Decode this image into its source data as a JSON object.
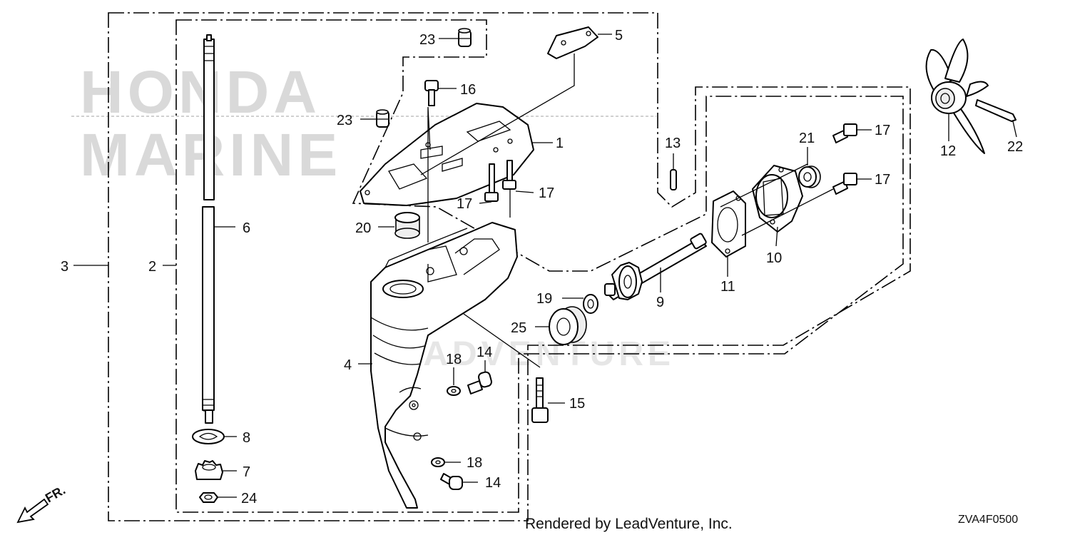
{
  "watermark": {
    "brand_line1": "HONDA",
    "brand_line2": "MARINE",
    "center": "LEADVENTURE"
  },
  "footer": {
    "rendered_by": "Rendered by LeadVenture, Inc.",
    "diagram_code": "ZVA4F0500"
  },
  "direction_label": "FR.",
  "callouts": [
    {
      "id": "c1",
      "label": "1"
    },
    {
      "id": "c2",
      "label": "2"
    },
    {
      "id": "c3",
      "label": "3"
    },
    {
      "id": "c4",
      "label": "4"
    },
    {
      "id": "c5",
      "label": "5"
    },
    {
      "id": "c6",
      "label": "6"
    },
    {
      "id": "c7",
      "label": "7"
    },
    {
      "id": "c8",
      "label": "8"
    },
    {
      "id": "c9",
      "label": "9"
    },
    {
      "id": "c10",
      "label": "10"
    },
    {
      "id": "c11",
      "label": "11"
    },
    {
      "id": "c12",
      "label": "12"
    },
    {
      "id": "c13",
      "label": "13"
    },
    {
      "id": "c14a",
      "label": "14"
    },
    {
      "id": "c14b",
      "label": "14"
    },
    {
      "id": "c15",
      "label": "15"
    },
    {
      "id": "c16",
      "label": "16"
    },
    {
      "id": "c17a",
      "label": "17"
    },
    {
      "id": "c17b",
      "label": "17"
    },
    {
      "id": "c17c",
      "label": "17"
    },
    {
      "id": "c17d",
      "label": "17"
    },
    {
      "id": "c18a",
      "label": "18"
    },
    {
      "id": "c18b",
      "label": "18"
    },
    {
      "id": "c19",
      "label": "19"
    },
    {
      "id": "c20",
      "label": "20"
    },
    {
      "id": "c21",
      "label": "21"
    },
    {
      "id": "c22",
      "label": "22"
    },
    {
      "id": "c23a",
      "label": "23"
    },
    {
      "id": "c23b",
      "label": "23"
    },
    {
      "id": "c24",
      "label": "24"
    },
    {
      "id": "c25",
      "label": "25"
    }
  ]
}
